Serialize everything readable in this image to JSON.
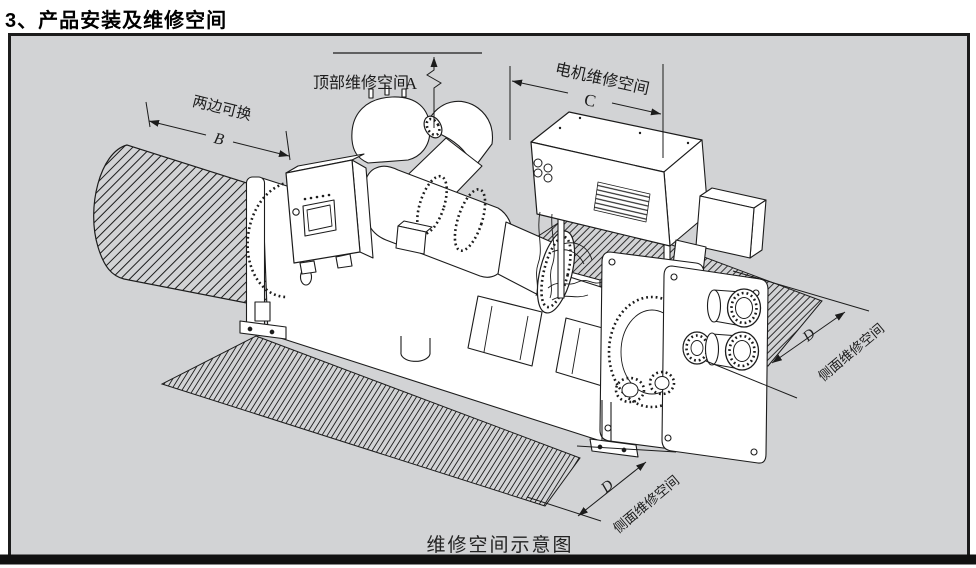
{
  "page": {
    "title": "3、产品安装及维修空间"
  },
  "figure": {
    "caption": "维修空间示意图",
    "dim_top": {
      "label": "顶部维修空间",
      "letter": "A"
    },
    "dim_tube_pull": {
      "label": "两边可换",
      "letter": "B"
    },
    "dim_motor": {
      "label": "电机维修空间",
      "letter": "C"
    },
    "dim_side_right": {
      "label": "侧面维修空间",
      "letter": "D"
    },
    "dim_side_front": {
      "label": "侧面维修空间",
      "letter": "D"
    },
    "colors": {
      "canvas_bg": "#d2d3d5",
      "line": "#1c1c1c",
      "page_bg": "#ffffff"
    }
  }
}
